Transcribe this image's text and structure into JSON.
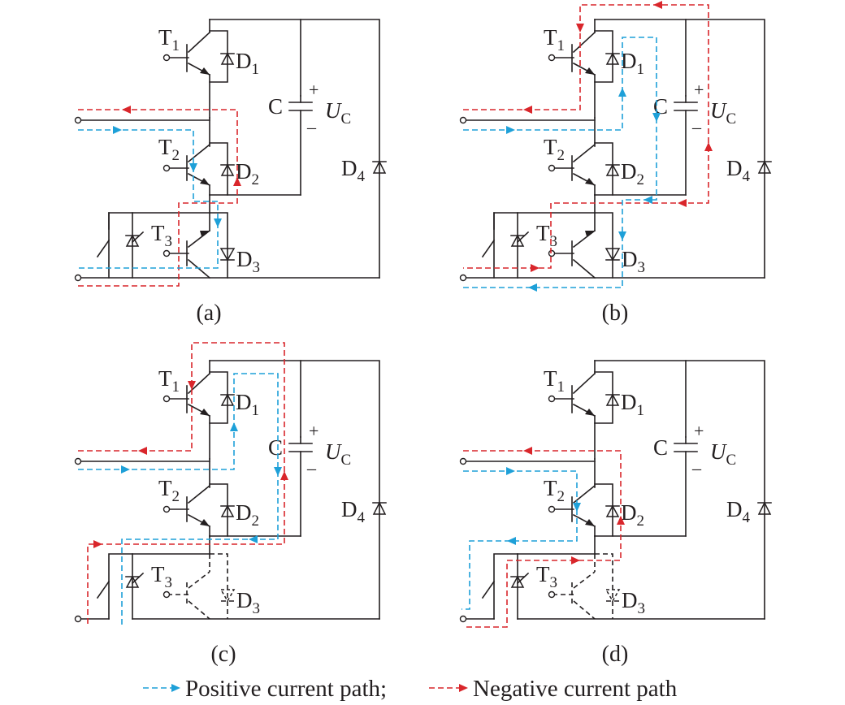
{
  "colors": {
    "positive": "#1ea0d8",
    "negative": "#d9262b",
    "wire": "#231f20"
  },
  "panels": [
    {
      "caption": "(a)",
      "t3_state": "on"
    },
    {
      "caption": "(b)",
      "t3_state": "on"
    },
    {
      "caption": "(c)",
      "t3_state": "off"
    },
    {
      "caption": "(d)",
      "t3_state": "off"
    }
  ],
  "labels": {
    "T1": "T",
    "T1_sub": "1",
    "T2": "T",
    "T2_sub": "2",
    "T3": "T",
    "T3_sub": "3",
    "D1": "D",
    "D1_sub": "1",
    "D2": "D",
    "D2_sub": "2",
    "D3": "D",
    "D3_sub": "3",
    "D4": "D",
    "D4_sub": "4",
    "C": "C",
    "Uc": "U",
    "Uc_sub": "C",
    "plus": "+",
    "minus": "_"
  },
  "legend": {
    "positive": "Positive current path;",
    "negative": "Negative current path"
  }
}
